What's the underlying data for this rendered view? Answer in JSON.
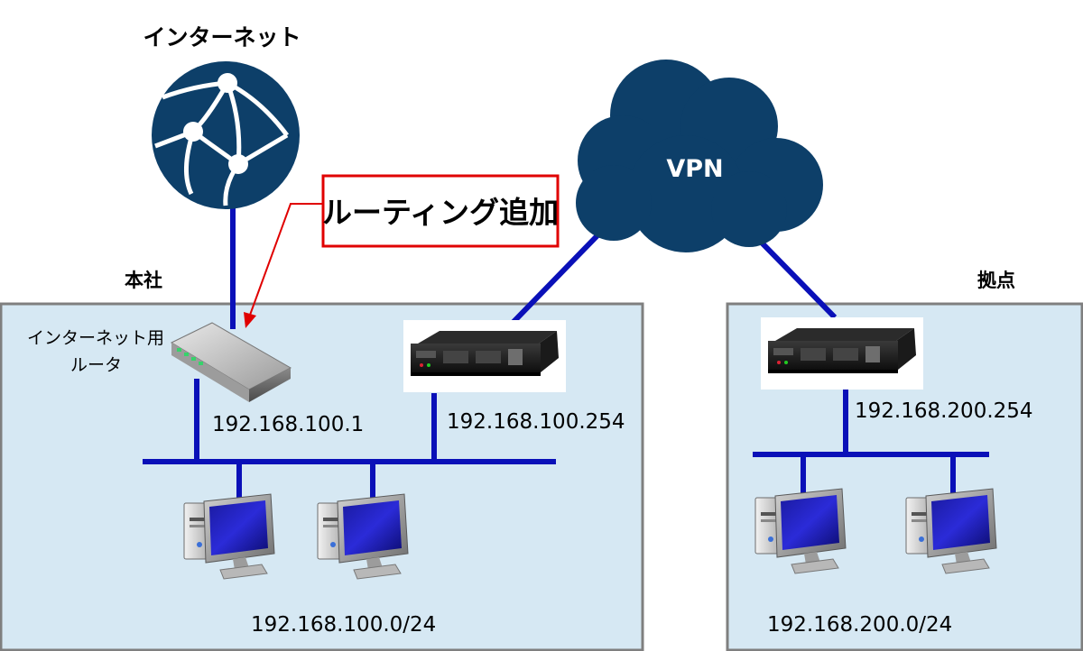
{
  "internet": {
    "label": "インターネット"
  },
  "vpn": {
    "label": "VPN"
  },
  "callout": {
    "text": "ルーティング追加"
  },
  "hq": {
    "label": "本社",
    "router_label_line1": "インターネット用",
    "router_label_line2": "ルータ",
    "internet_router_ip": "192.168.100.1",
    "vpn_router_ip": "192.168.100.254",
    "network": "192.168.100.0/24"
  },
  "branch": {
    "label": "拠点",
    "vpn_router_ip": "192.168.200.254",
    "network": "192.168.200.0/24"
  },
  "colors": {
    "zone_fill": "#d6e8f3",
    "zone_border": "#7f7f7f",
    "link": "#0a10b8",
    "cloud": "#0d3f69",
    "callout": "#e00000"
  }
}
